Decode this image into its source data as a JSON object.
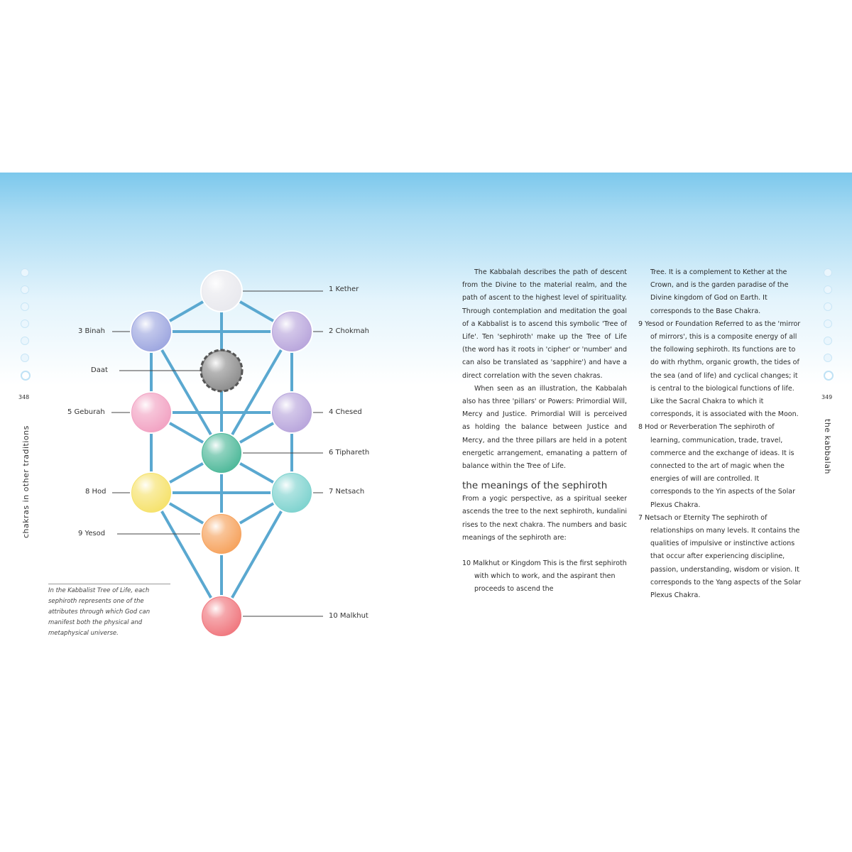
{
  "left_page": {
    "page_number": "348",
    "running_head": "chakras in other traditions",
    "caption": "In the Kabbalist Tree of Life, each sephiroth represents one of the attributes through which God can manifest both the physical and metaphysical universe."
  },
  "right_page": {
    "page_number": "349",
    "running_head": "the kabbalah"
  },
  "tree": {
    "nodes": [
      {
        "id": "kether",
        "label": "1 Kether",
        "color": "#e9e9ee",
        "side": "right"
      },
      {
        "id": "chokmah",
        "label": "2 Chokmah",
        "color": "#b9a6dc",
        "side": "right"
      },
      {
        "id": "binah",
        "label": "3  Binah",
        "color": "#9ea7e0",
        "side": "left"
      },
      {
        "id": "daat",
        "label": "Daat",
        "color": "#8e8e8e",
        "side": "left"
      },
      {
        "id": "chesed",
        "label": "4 Chesed",
        "color": "#b9a6dc",
        "side": "right"
      },
      {
        "id": "geburah",
        "label": "5 Geburah",
        "color": "#f2a3c3",
        "side": "left"
      },
      {
        "id": "tiphareth",
        "label": "6 Tiphareth",
        "color": "#4fb99a",
        "side": "right"
      },
      {
        "id": "netsach",
        "label": "7 Netsach",
        "color": "#7fd3cf",
        "side": "right"
      },
      {
        "id": "hod",
        "label": "8 Hod",
        "color": "#f6e26c",
        "side": "left"
      },
      {
        "id": "yesod",
        "label": "9 Yesod",
        "color": "#f6a35e",
        "side": "left"
      },
      {
        "id": "malkhut",
        "label": "10 Malkhut",
        "color": "#f0787f",
        "side": "right"
      }
    ],
    "path_color": "#5aa8d0"
  },
  "col1": {
    "p1": "The Kabbalah describes the path of descent from the Divine to the material realm, and the path of ascent to the highest level of spirituality. Through contemplation and meditation the goal of a Kabbalist is to ascend this symbolic 'Tree of Life'. Ten 'sephiroth' make up the Tree of Life (the word has it roots in 'cipher' or 'number' and can also be translated as 'sapphire') and have a direct correlation with the seven chakras.",
    "p2": "When seen as an illustration, the Kabbalah also has three 'pillars' or Powers: Primordial Will, Mercy and Justice. Primordial Will is perceived as holding the balance between Justice and Mercy, and the three pillars are held in a potent energetic arrangement, emanating a pattern of balance within the Tree of Life.",
    "heading": "the meanings of the sephiroth",
    "p3": "From a yogic perspective, as a spiritual seeker ascends the tree to the next sephiroth, kundalini rises to the next chakra. The numbers and basic meanings of the sephiroth are:",
    "item10": "10 Malkhut or Kingdom This is the first sephiroth with which to work, and the aspirant then proceeds to ascend the"
  },
  "col2": {
    "cont": "Tree. It is a complement to Kether at the Crown, and is the garden paradise of the Divine kingdom of God on Earth. It corresponds to the Base Chakra.",
    "item9": "9   Yesod or Foundation Referred to as the 'mirror of mirrors', this is a composite energy of all the following sephiroth. Its functions are to do with rhythm, organic growth, the tides of the sea (and of life) and cyclical changes; it is central to the biological functions of life. Like the Sacral Chakra to which it corresponds, it is associated with the Moon.",
    "item8": "8   Hod or Reverberation The sephiroth of learning, communication, trade, travel, commerce and the exchange of ideas. It is connected to the art of magic when the energies of will are controlled. It corresponds to the Yin aspects of the Solar Plexus Chakra.",
    "item7": "7   Netsach or Eternity The sephiroth of relationships on many levels. It contains the qualities of impulsive or instinctive actions that occur after experiencing discipline, passion, understanding, wisdom or vision. It corresponds to the Yang aspects of the Solar Plexus Chakra."
  }
}
